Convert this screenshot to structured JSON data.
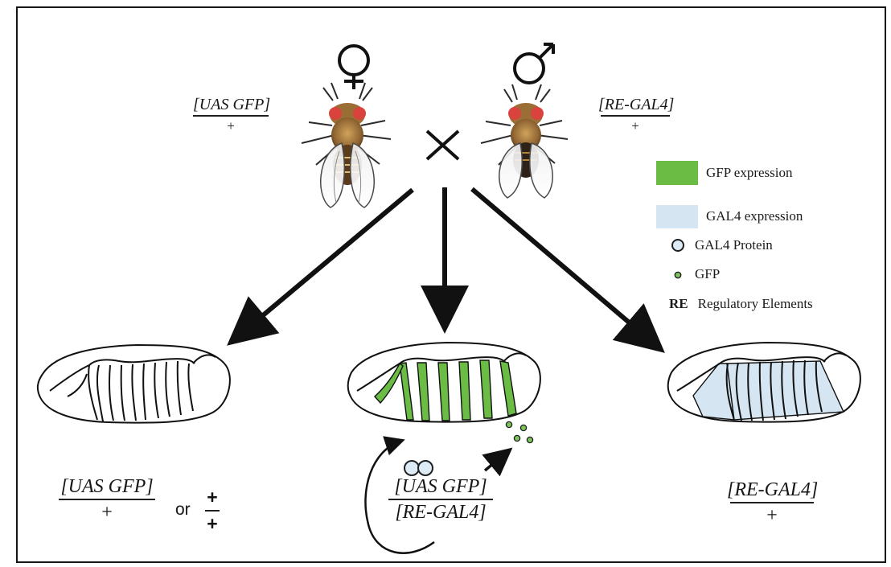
{
  "symbols": {
    "female": "♀",
    "male": "♂",
    "cross": "×"
  },
  "parents": {
    "female": {
      "genotype_top": "[UAS GFP]",
      "genotype_bottom": "+",
      "icon": "fruit-fly-female-icon"
    },
    "male": {
      "genotype_top": "[RE-GAL4]",
      "genotype_bottom": "+",
      "icon": "fruit-fly-male-icon"
    }
  },
  "legend": {
    "items": [
      {
        "label": "GFP expression",
        "type": "swatch",
        "color": "#6abc45"
      },
      {
        "label": "GAL4 expression",
        "type": "swatch",
        "color": "#d5e5f1"
      },
      {
        "label": "GAL4 Protein",
        "type": "protein-circle",
        "color": "#dcebf5"
      },
      {
        "label": "GFP",
        "type": "gfp-dot",
        "color": "#6abc45"
      }
    ],
    "re_key": "RE",
    "re_label": "Regulatory Elements"
  },
  "offspring": [
    {
      "name": "left",
      "embryo": "unstained-embryo",
      "genotype_top": "[UAS GFP]",
      "genotype_bottom": "+",
      "or_text": "or",
      "alt_top": "+",
      "alt_bottom": "+"
    },
    {
      "name": "center",
      "embryo": "gfp-embryo",
      "genotype_top": "[UAS GFP]",
      "genotype_bottom": "[RE-GAL4]"
    },
    {
      "name": "right",
      "embryo": "gal4-embryo",
      "genotype_top": "[RE-GAL4]",
      "genotype_bottom": "+"
    }
  ],
  "colors": {
    "gfp": "#6abc45",
    "gal4": "#d5e5f1",
    "protein": "#dcebf5",
    "line": "#111111",
    "fly_eye": "#d9423d",
    "fly_body": "#9b6e35"
  }
}
